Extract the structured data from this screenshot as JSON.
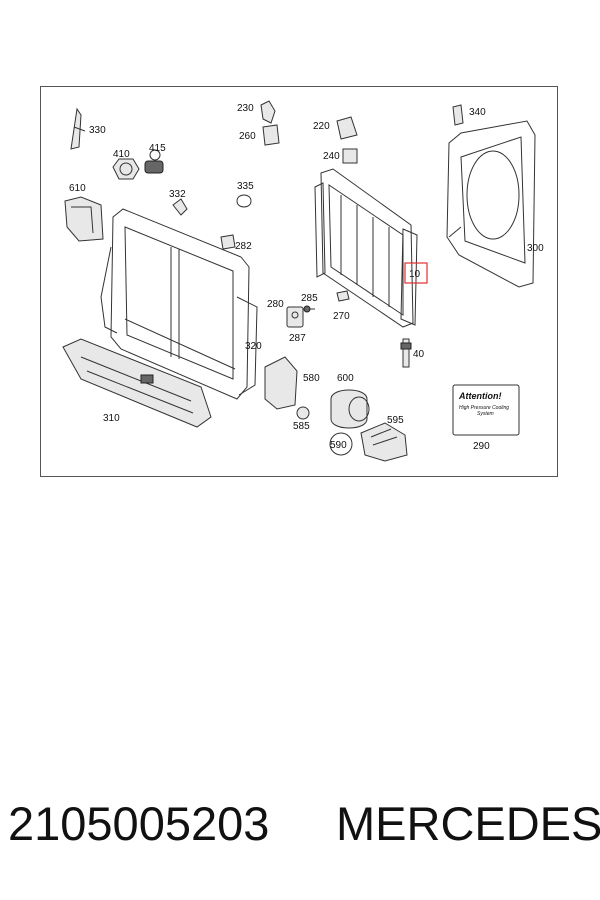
{
  "diagram": {
    "callouts": {
      "c230": "230",
      "c340": "340",
      "c330": "330",
      "c260": "260",
      "c220": "220",
      "c410": "410",
      "c415": "415",
      "c240": "240",
      "c610": "610",
      "c332": "332",
      "c335": "335",
      "c300": "300",
      "c282": "282",
      "c10": "10",
      "c285": "285",
      "c280": "280",
      "c270": "270",
      "c287": "287",
      "c320": "320",
      "c40": "40",
      "c600": "600",
      "c580": "580",
      "c310": "310",
      "c595": "595",
      "c585": "585",
      "c590": "590",
      "c290": "290"
    },
    "highlighted_callout": "10",
    "notice": {
      "title": "Attention!",
      "line1": "High Pressure Cooling",
      "line2": "System"
    },
    "colors": {
      "highlight": "#e03030",
      "line": "#333333"
    }
  },
  "footer": {
    "part_number": "2105005203",
    "brand": "MERCEDES"
  }
}
